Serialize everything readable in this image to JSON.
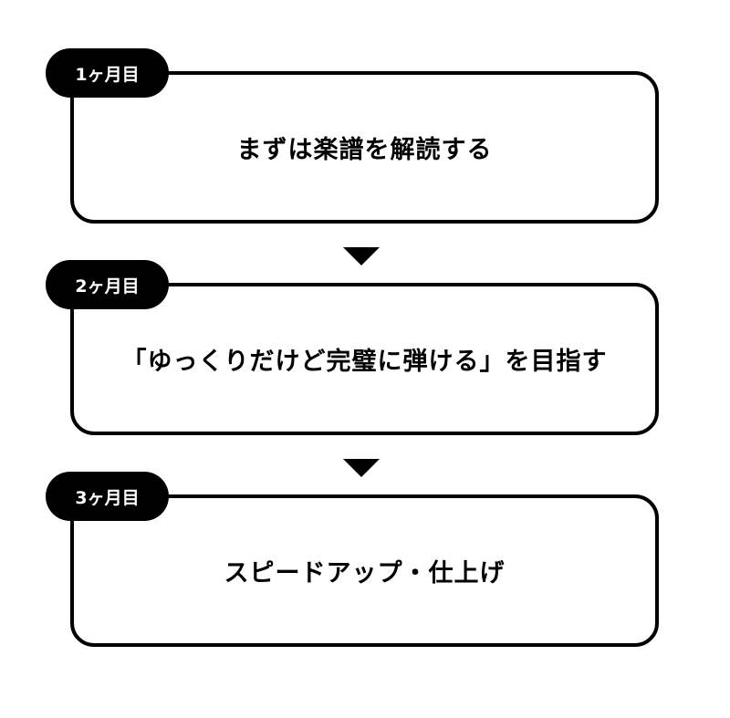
{
  "steps": [
    {
      "badge": "1ヶ月目",
      "text": "まずは楽譜を解読する"
    },
    {
      "badge": "2ヶ月目",
      "text": "「ゆっくりだけど完璧に弾ける」を目指す"
    },
    {
      "badge": "3ヶ月目",
      "text": "スピードアップ・仕上げ"
    }
  ],
  "colors": {
    "ink": "#000000",
    "background": "#ffffff"
  }
}
